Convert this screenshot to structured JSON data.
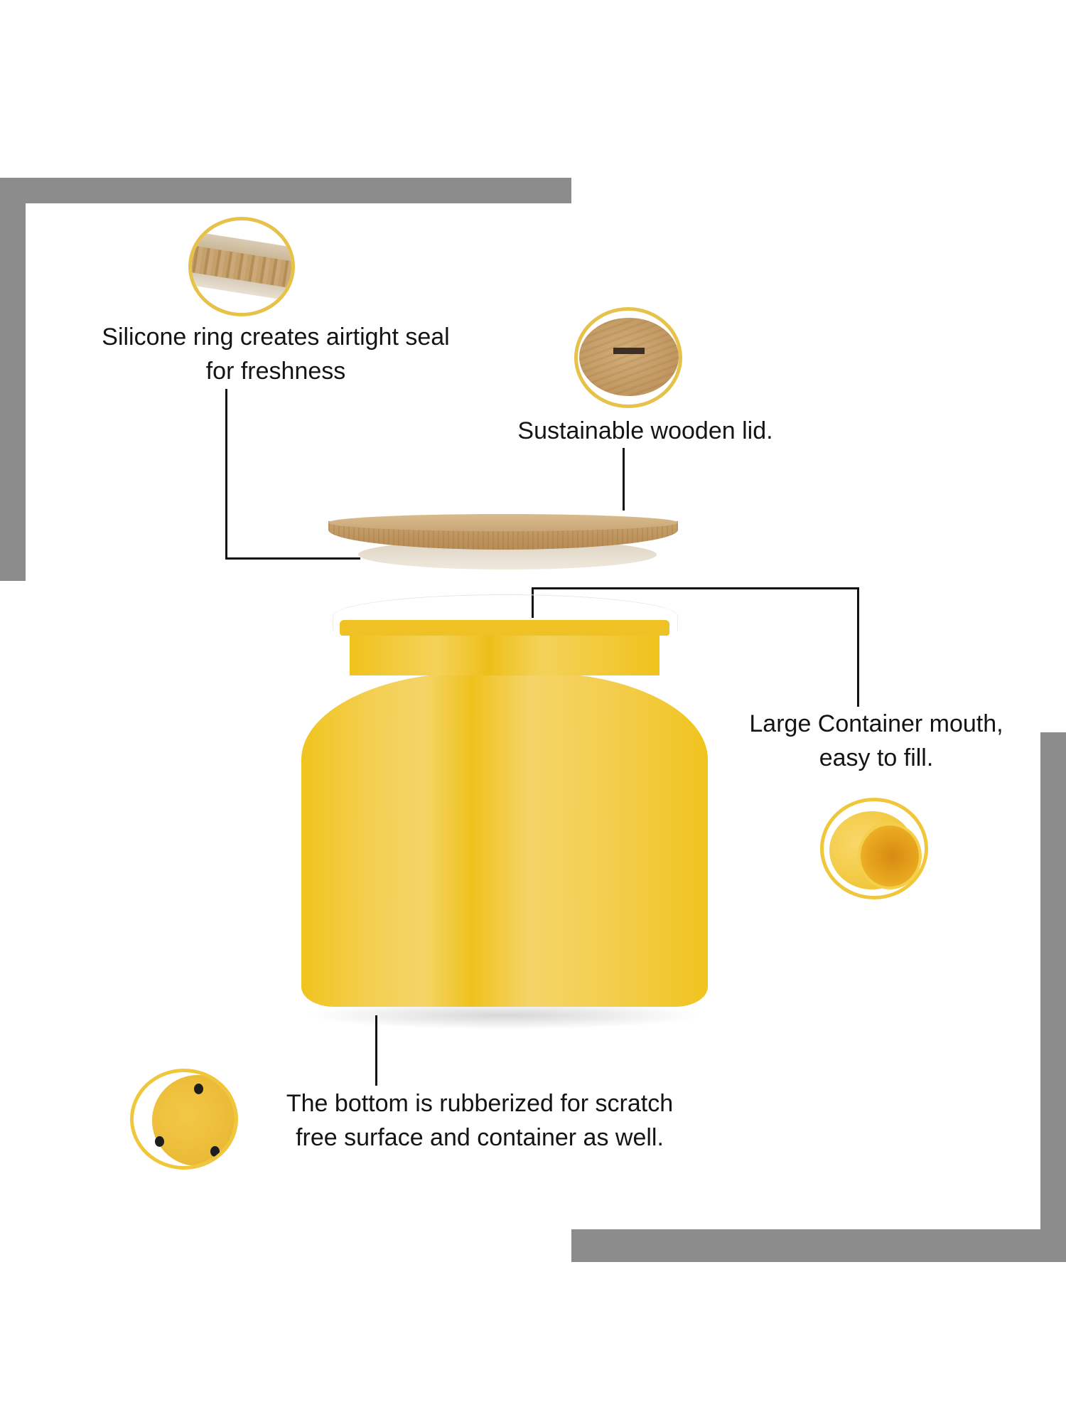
{
  "frame": {
    "bar_color": "#8c8c8c",
    "accent_ring_color": "#e6c24a",
    "product_color": "#f0c41e"
  },
  "features": [
    {
      "id": "silicone-ring",
      "lines": [
        "Silicone ring creates airtight seal",
        "for freshness"
      ],
      "inset": "silicone-ring-closeup"
    },
    {
      "id": "wooden-lid",
      "lines": [
        "Sustainable wooden lid."
      ],
      "inset": "wooden-lid-closeup"
    },
    {
      "id": "container-mouth",
      "lines": [
        "Large Container mouth,",
        "easy to fill."
      ],
      "inset": "container-mouth-closeup"
    },
    {
      "id": "rubberized-bottom",
      "lines": [
        "The bottom is rubberized for scratch",
        "free surface and container as well."
      ],
      "inset": "rubberized-bottom-closeup"
    }
  ],
  "product": {
    "parts": [
      "wooden lid with silicone ring",
      "yellow metal container"
    ]
  }
}
